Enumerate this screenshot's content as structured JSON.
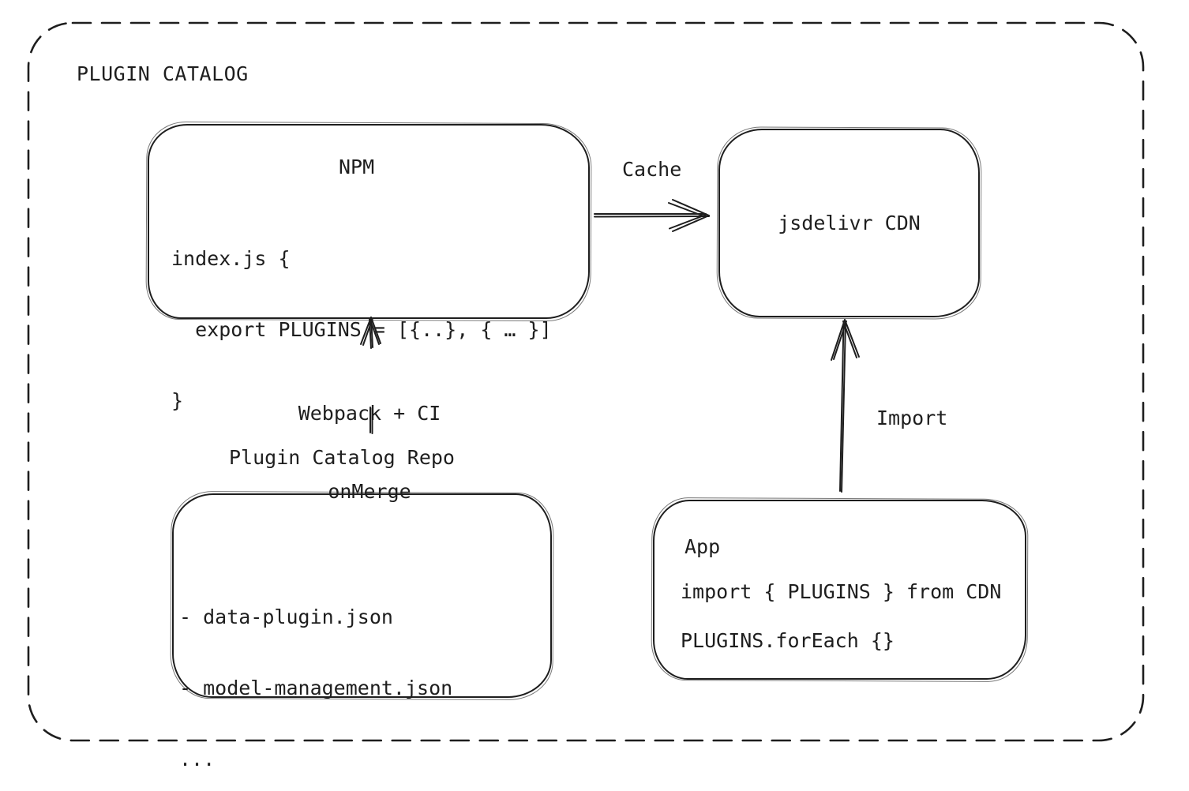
{
  "frame": {
    "title": "PLUGIN CATALOG"
  },
  "colors": {
    "stroke": "#1e1e1e",
    "background": "#ffffff"
  },
  "nodes": {
    "npm": {
      "title": "NPM",
      "code_lines": [
        "index.js {",
        "  export PLUGINS = [{..}, { … }]",
        "}"
      ]
    },
    "cdn": {
      "label": "jsdelivr CDN"
    },
    "repo": {
      "caption": "Plugin Catalog Repo",
      "items": [
        "- data-plugin.json",
        "- model-management.json",
        "..."
      ]
    },
    "app": {
      "title": "App",
      "code_lines": [
        "import { PLUGINS } from CDN",
        "PLUGINS.forEach {}"
      ]
    }
  },
  "edges": {
    "cache": {
      "label": "Cache"
    },
    "webpack_ci": {
      "label_line1": "Webpack + CI",
      "label_line2": "onMerge"
    },
    "import": {
      "label": "Import"
    }
  }
}
